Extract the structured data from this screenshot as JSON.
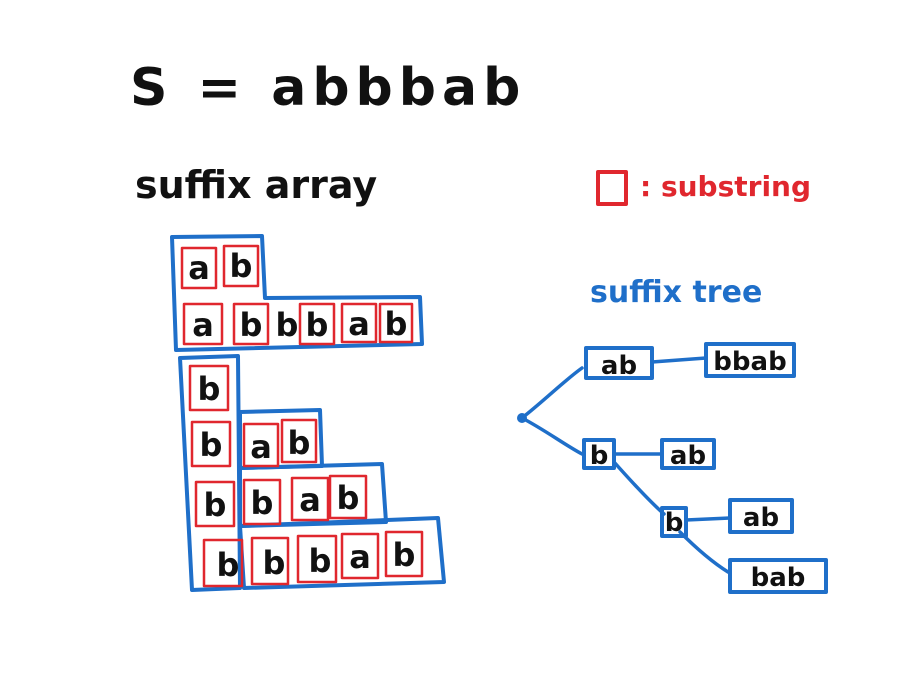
{
  "header": {
    "equation": "S = abbbab"
  },
  "suffix_array": {
    "label": "suffix array",
    "rows": [
      [
        "a",
        "b"
      ],
      [
        "a",
        "b",
        "b",
        "b",
        "a",
        "b"
      ],
      [
        "b"
      ],
      [
        "b",
        "a",
        "b"
      ],
      [
        "b",
        "b",
        "a",
        "b"
      ],
      [
        "b",
        "b",
        "b",
        "a",
        "b"
      ]
    ]
  },
  "legend": {
    "text": ": substring",
    "symbol_color": "#e0272e"
  },
  "suffix_tree": {
    "label": "suffix tree",
    "nodes": {
      "ab": "ab",
      "bbab": "bbab",
      "b1": "b",
      "ab2": "ab",
      "b2": "b",
      "ab3": "ab",
      "bab": "bab"
    }
  },
  "colors": {
    "blue": "#1f6fc9",
    "red": "#e0272e",
    "black": "#111111"
  }
}
